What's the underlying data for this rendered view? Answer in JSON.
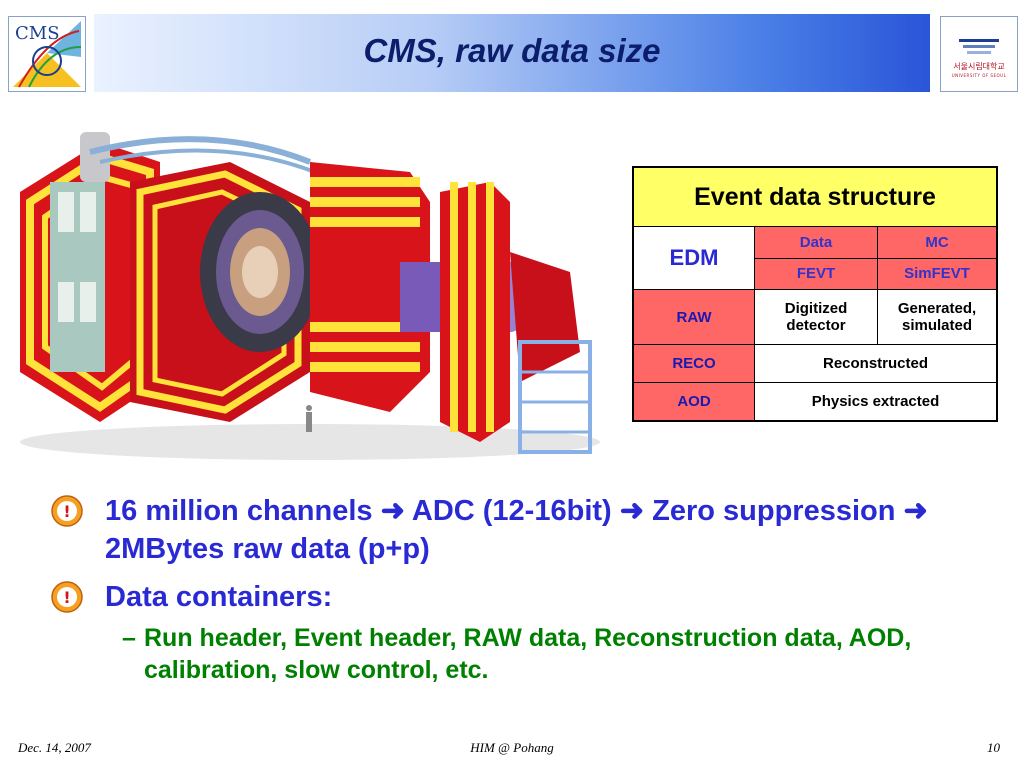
{
  "header": {
    "title": "CMS, raw data size",
    "logo_left_text": "CMS",
    "logo_right_text": "서울시립대학교",
    "logo_right_subtext": "UNIVERSITY OF SEOUL"
  },
  "table": {
    "header": "Event data structure",
    "edm_label": "EDM",
    "col_data": "Data",
    "col_mc": "MC",
    "data_format": "FEVT",
    "mc_format": "SimFEVT",
    "raw_label": "RAW",
    "raw_data_line1": "Digitized",
    "raw_data_line2": "detector",
    "raw_mc_line1": "Generated,",
    "raw_mc_line2": "simulated",
    "reco_label": "RECO",
    "reco_value": "Reconstructed",
    "aod_label": "AOD",
    "aod_value": "Physics extracted"
  },
  "bullets": {
    "b1_part1": "16 million channels ",
    "b1_part2": " ADC (12-16bit) ",
    "b1_part3": " Zero suppression ",
    "b1_part4": " 2MBytes raw data (p+p)",
    "b2": "Data containers:",
    "sub_dash": "–",
    "sub1": "Run header, Event header, RAW data, Reconstruction data, AOD, calibration, slow control, etc."
  },
  "footer": {
    "date": "Dec. 14, 2007",
    "event": "HIM @ Pohang",
    "page": "10"
  },
  "colors": {
    "title_text": "#0b1d6b",
    "bullet_text": "#2a2ad4",
    "sub_bullet_text": "#008000",
    "table_header_bg": "#ffff66",
    "table_pink_bg": "#ff6666"
  }
}
